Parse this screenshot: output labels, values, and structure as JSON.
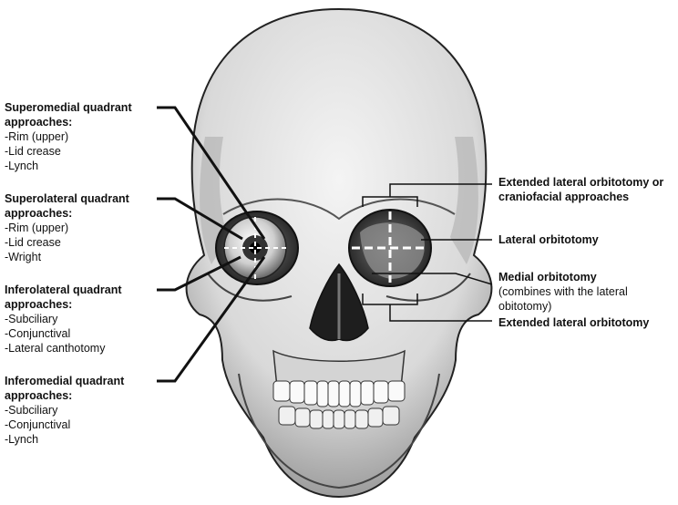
{
  "left_labels": [
    {
      "title": "Superomedial quadrant approaches:",
      "items": [
        "-Rim (upper)",
        "-Lid crease",
        "-Lynch"
      ]
    },
    {
      "title": "Superolateral quadrant approaches:",
      "items": [
        "-Rim (upper)",
        "-Lid crease",
        "-Wright"
      ]
    },
    {
      "title": "Inferolateral quadrant approaches:",
      "items": [
        "-Subciliary",
        "-Conjunctival",
        "-Lateral canthotomy"
      ]
    },
    {
      "title": "Inferomedial quadrant approaches:",
      "items": [
        "-Subciliary",
        "-Conjunctival",
        "-Lynch"
      ]
    }
  ],
  "right_labels": {
    "extended_craniofacial": "Extended lateral orbitotomy or craniofacial approaches",
    "lateral": "Lateral orbitotomy",
    "medial_title": "Medial orbitotomy",
    "medial_note": "(combines with the lateral obitotomy)",
    "extended_lateral": "Extended lateral orbitotomy"
  },
  "colors": {
    "line": "#111111",
    "bone": "#e6e6e6",
    "bone_shadow": "#9a9a9a",
    "dark": "#3a3a3a"
  }
}
